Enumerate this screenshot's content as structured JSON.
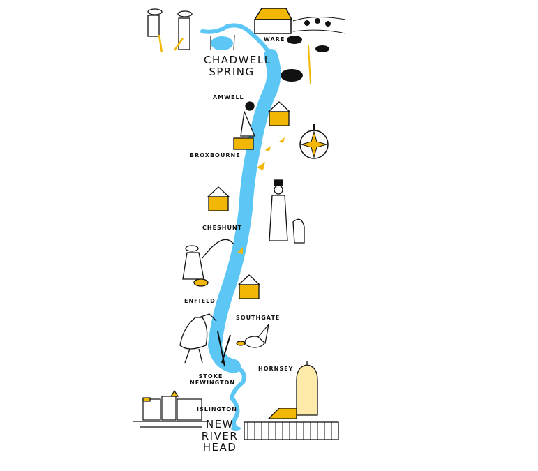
{
  "map": {
    "places": {
      "chadwell_spring": "CHADWELL SPRING",
      "ware": "WARE",
      "amwell": "AMWELL",
      "broxbourne": "BROXBOURNE",
      "cheshunt": "CHESHUNT",
      "enfield": "ENFIELD",
      "southgate": "SOUTHGATE",
      "hornsey": "HORNSEY",
      "stoke_newington": "STOKE NEWINGTON",
      "islington": "ISLINGTON",
      "new_river_head": "NEW RIVER HEAD"
    },
    "colors": {
      "river": "#5cc6f5",
      "accent": "#f2b705",
      "ink": "#111111"
    },
    "icons": [
      "compass-rose-icon",
      "cottage-icon",
      "bird-icon",
      "heron-icon",
      "cow-icon",
      "tower-icon"
    ]
  }
}
